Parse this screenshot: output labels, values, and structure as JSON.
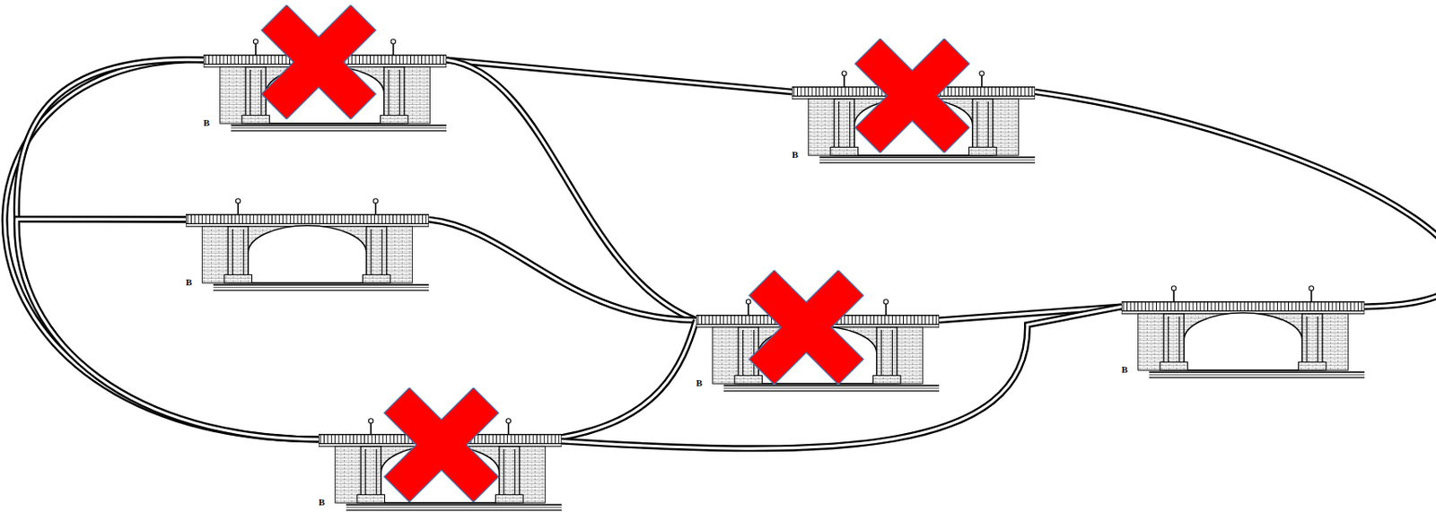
{
  "diagram": {
    "nodes": [
      {
        "text": [
          "B"
        ]
      },
      {
        "text": [
          "B"
        ]
      },
      {
        "text": [
          "B"
        ]
      },
      {
        "text": [
          "B"
        ]
      },
      {
        "text": [
          "B"
        ]
      },
      {
        "text": [
          "B"
        ]
      }
    ],
    "edges": [
      {
        "from": 0,
        "to": 1,
        "arrow": "none"
      },
      {
        "from": 0,
        "to": 3,
        "arrow": "none"
      },
      {
        "from": 1,
        "to": 4,
        "arrow": "none"
      },
      {
        "from": 3,
        "to": 4,
        "arrow": "none"
      },
      {
        "from": 2,
        "to": 3,
        "arrow": "none"
      },
      {
        "from": 5,
        "to": 3,
        "arrow": "none"
      },
      {
        "from": 5,
        "to": 4,
        "arrow": "none"
      },
      {
        "from": 0,
        "to": 5,
        "arrow": "none"
      },
      {
        "from": 0,
        "to": 2,
        "arrow": "none"
      },
      {
        "from": 2,
        "to": 5,
        "arrow": "none"
      }
    ]
  }
}
